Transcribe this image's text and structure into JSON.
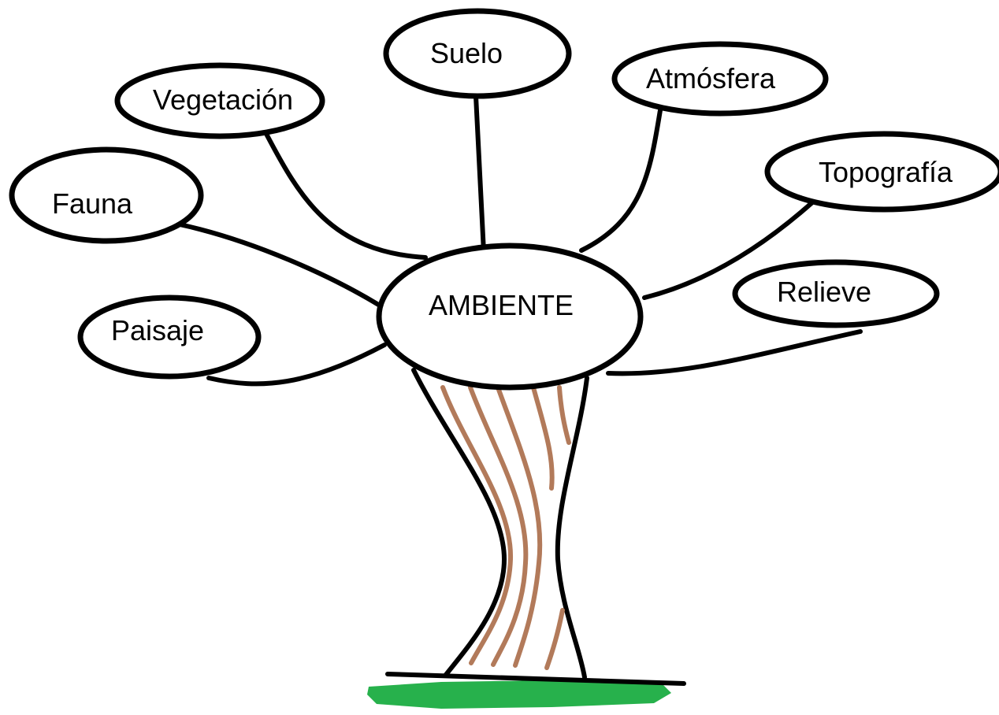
{
  "diagram": {
    "center": {
      "label": "AMBIENTE"
    },
    "nodes": {
      "suelo": {
        "label": "Suelo"
      },
      "atmosfera": {
        "label": "Atmósfera"
      },
      "vegetacion": {
        "label": "Vegetación"
      },
      "topografia": {
        "label": "Topografía"
      },
      "fauna": {
        "label": "Fauna"
      },
      "relieve": {
        "label": "Relieve"
      },
      "paisaje": {
        "label": "Paisaje"
      }
    }
  },
  "colors": {
    "outline": "#000000",
    "bark": "#b27a5a",
    "grass": "#27b14c",
    "background": "#ffffff"
  }
}
